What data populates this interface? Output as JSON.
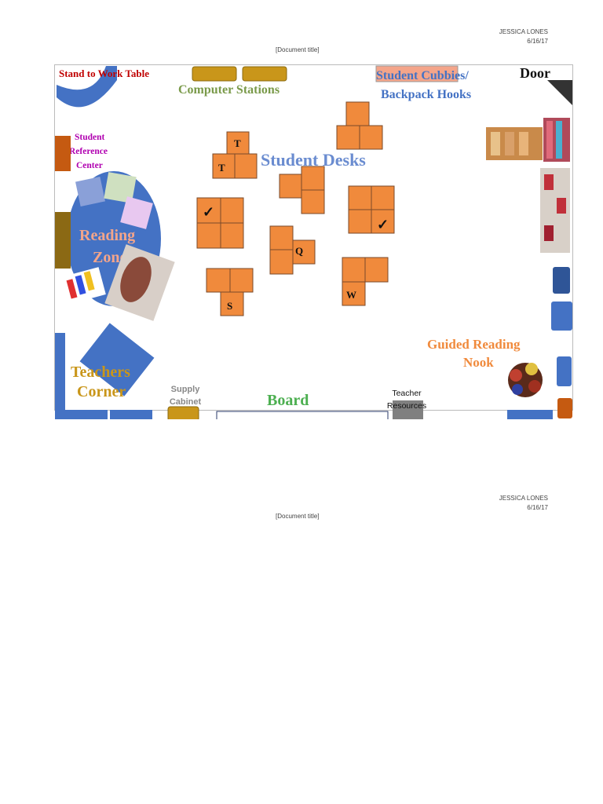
{
  "page1_header": {
    "author": "JESSICA LONES",
    "date": "6/16/17",
    "doc_title": "[Document title]"
  },
  "page2_header": {
    "author": "JESSICA LONES",
    "date": "6/16/17",
    "doc_title": "[Document title]"
  },
  "diagram": {
    "labels": {
      "stand_table": "Stand to Work Table",
      "computer": "Computer Stations",
      "cubbies_1": "Student Cubbies/",
      "cubbies_2": "Backpack Hooks",
      "door": "Door",
      "ref_1": "Student",
      "ref_2": "Reference",
      "ref_3": "Center",
      "desks": "Student Desks",
      "reading_1": "Reading",
      "reading_2": "Zone",
      "teachers_1": "Teachers",
      "teachers_2": "Corner",
      "supply_1": "Supply",
      "supply_2": "Cabinet",
      "board": "Board",
      "resources_1": "Teacher",
      "resources_2": "Resources",
      "guided_1": "Guided Reading",
      "guided_2": "Nook"
    },
    "desk_marks": {
      "t1": "T",
      "t2": "T",
      "check1": "✓",
      "check2": "✓",
      "q": "Q",
      "s": "S",
      "w": "W"
    },
    "colors": {
      "desk": "#f08a3c",
      "blue": "#4472c4",
      "gold": "#c9961a",
      "brown": "#8b6914"
    }
  }
}
